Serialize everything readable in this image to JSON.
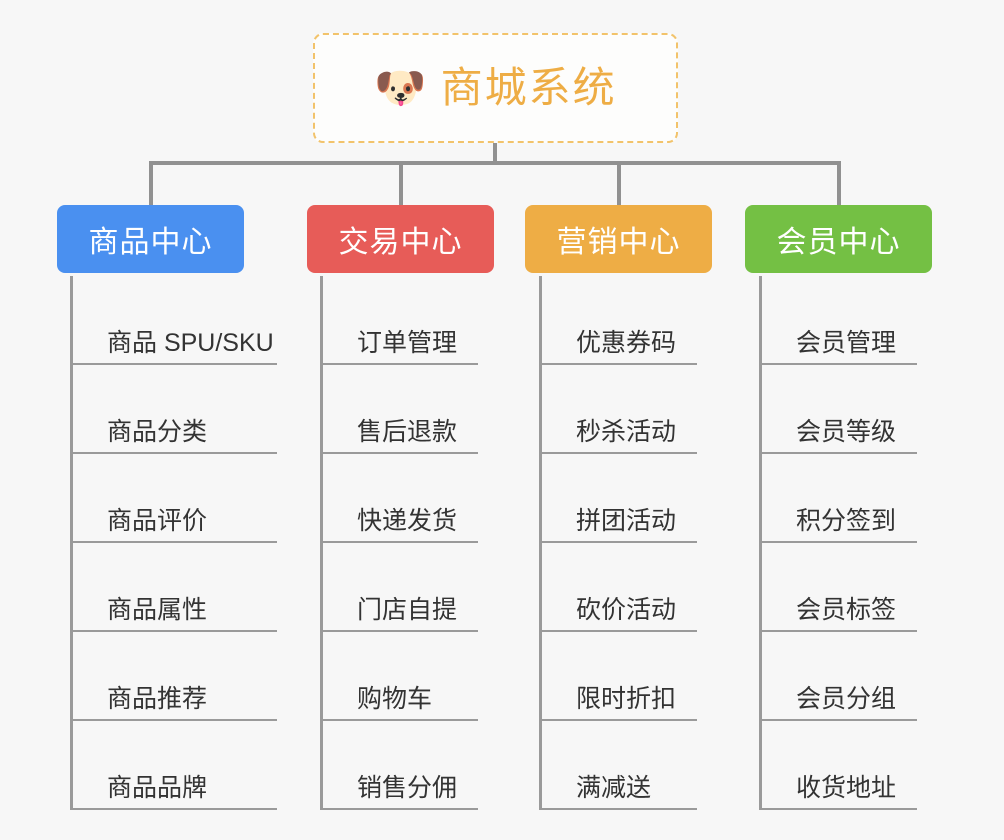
{
  "root": {
    "icon": "dog-face-icon",
    "icon_glyph": "🐶",
    "title": "商城系统",
    "border_color": "#f2c36b",
    "title_color": "#eead45"
  },
  "connector_color": "#919191",
  "background_color": "#f7f7f7",
  "columns": [
    {
      "id": "product-center",
      "header": "商品中心",
      "color": "#4a90f0",
      "items": [
        "商品 SPU/SKU",
        "商品分类",
        "商品评价",
        "商品属性",
        "商品推荐",
        "商品品牌"
      ]
    },
    {
      "id": "trade-center",
      "header": "交易中心",
      "color": "#e75c58",
      "items": [
        "订单管理",
        "售后退款",
        "快递发货",
        "门店自提",
        "购物车",
        "销售分佣"
      ]
    },
    {
      "id": "marketing-center",
      "header": "营销中心",
      "color": "#eead45",
      "items": [
        "优惠券码",
        "秒杀活动",
        "拼团活动",
        "砍价活动",
        "限时折扣",
        "满减送"
      ]
    },
    {
      "id": "member-center",
      "header": "会员中心",
      "color": "#74c044",
      "items": [
        "会员管理",
        "会员等级",
        "积分签到",
        "会员标签",
        "会员分组",
        "收货地址"
      ]
    }
  ]
}
